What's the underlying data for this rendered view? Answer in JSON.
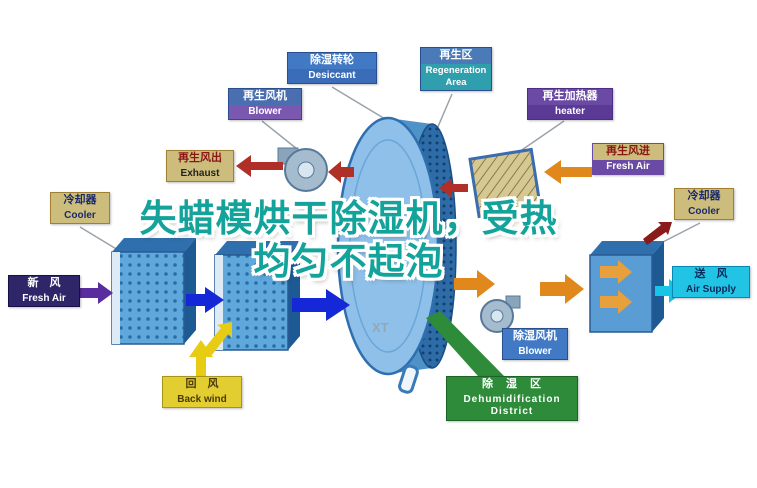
{
  "title": {
    "line1": "失蜡模烘干除湿机，受热",
    "line2": "均匀不起泡"
  },
  "watermark": "XT",
  "labels": {
    "desiccant": {
      "zh": "除湿转轮",
      "en": "Desiccant"
    },
    "regen_area": {
      "zh": "再生区",
      "en": "Regeneration Area"
    },
    "regen_blower": {
      "zh": "再生风机",
      "en": "Blower"
    },
    "regen_heater": {
      "zh": "再生加热器",
      "en": "heater"
    },
    "exhaust": {
      "zh": "再生风出",
      "en": "Exhaust"
    },
    "regen_fresh": {
      "zh": "再生风进",
      "en": "Fresh Air"
    },
    "cooler_left": {
      "zh": "冷却器",
      "en": "Cooler"
    },
    "cooler_right": {
      "zh": "冷却器",
      "en": "Cooler"
    },
    "fresh_air": {
      "zh": "新　风",
      "en": "Fresh Air"
    },
    "air_supply": {
      "zh": "送　风",
      "en": "Air Supply"
    },
    "back_wind": {
      "zh": "回　风",
      "en": "Back wind"
    },
    "dehumid_blower": {
      "zh": "除湿风机",
      "en": "Blower"
    },
    "dehumid_district": {
      "zh": "除　湿　区",
      "en": "Dehumidification District"
    }
  },
  "palette": {
    "title_green": "#13a39b",
    "box_blue": "#5fa8dc",
    "arrow_blue": "#1428d8",
    "arrow_red": "#b03028",
    "arrow_dark_red": "#8b1a1a",
    "arrow_orange": "#e0881c",
    "arrow_yellow": "#e8cc14",
    "arrow_purple": "#5a2d9e",
    "arrow_cyan": "#18c4e8",
    "district_green": "#2e8b3a",
    "label_tan": "#cdbd7c"
  }
}
